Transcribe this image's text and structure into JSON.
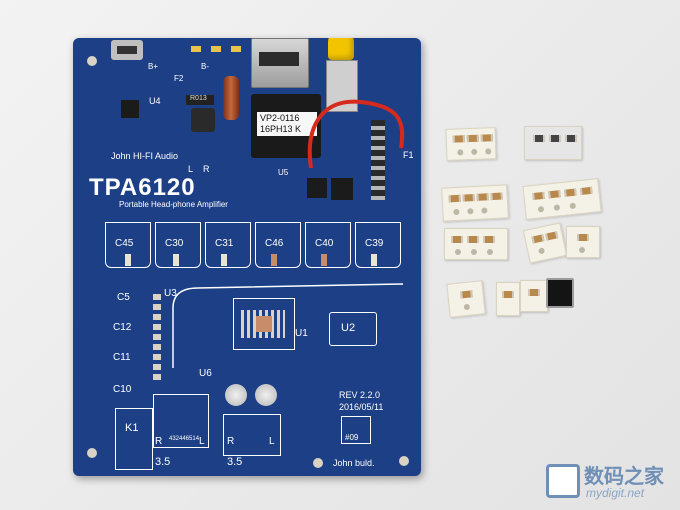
{
  "board": {
    "title": "TPA6120",
    "subtitle": "Portable Head-phone Amplifier",
    "brand": "John HI-FI Audio",
    "revision": "REV 2.2.0",
    "date": "2016/05/11",
    "serial": "#09",
    "builder": "John buld.",
    "label_bplus": "B+",
    "label_bminus": "B-",
    "label_f2": "F2",
    "label_f1": "F1",
    "label_u4": "U4",
    "label_u5": "U5",
    "label_u3": "U3",
    "label_u6": "U6",
    "label_u1": "U1",
    "label_u2": "U2",
    "label_k1": "K1",
    "label_l": "L",
    "label_r": "R",
    "caps": [
      "C45",
      "C30",
      "C31",
      "C46",
      "C40",
      "C39"
    ],
    "left_caps": [
      "C5",
      "C12",
      "C11",
      "C10"
    ],
    "chip_label": "R013",
    "jack_code": "432446514",
    "jack_label_1": "3.5",
    "jack_label_2": "3.5",
    "sticker_line1": "VP2-0116",
    "sticker_line2": "16PH13 K",
    "jack_r_left": "R",
    "jack_l_left": "L",
    "jack_r_right": "R",
    "jack_l_right": "L"
  },
  "watermark": {
    "text": "数码之家",
    "url": "mydigit.net"
  },
  "colors": {
    "pcb": "#1c3f86",
    "silkscreen": "#ffffff",
    "pad": "#d9d2c5",
    "background": "#eeeeee",
    "usb_button": "#f2c400",
    "wire": "#d62a1e"
  }
}
